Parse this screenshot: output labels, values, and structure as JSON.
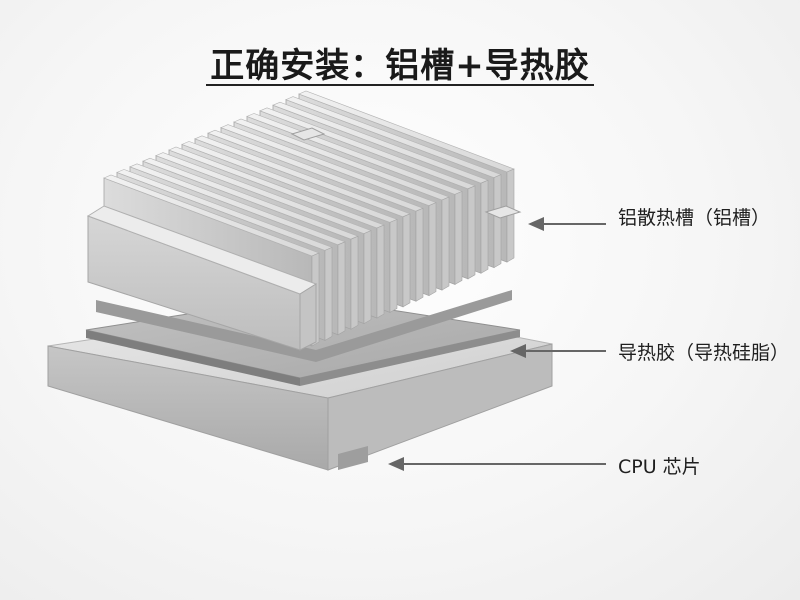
{
  "title": "正确安装：铝槽+导热胶",
  "labels": {
    "heatsink": "铝散热槽（铝槽）",
    "thermal_glue": "导热胶（导热硅脂）",
    "cpu_chip": "CPU 芯片"
  }
}
